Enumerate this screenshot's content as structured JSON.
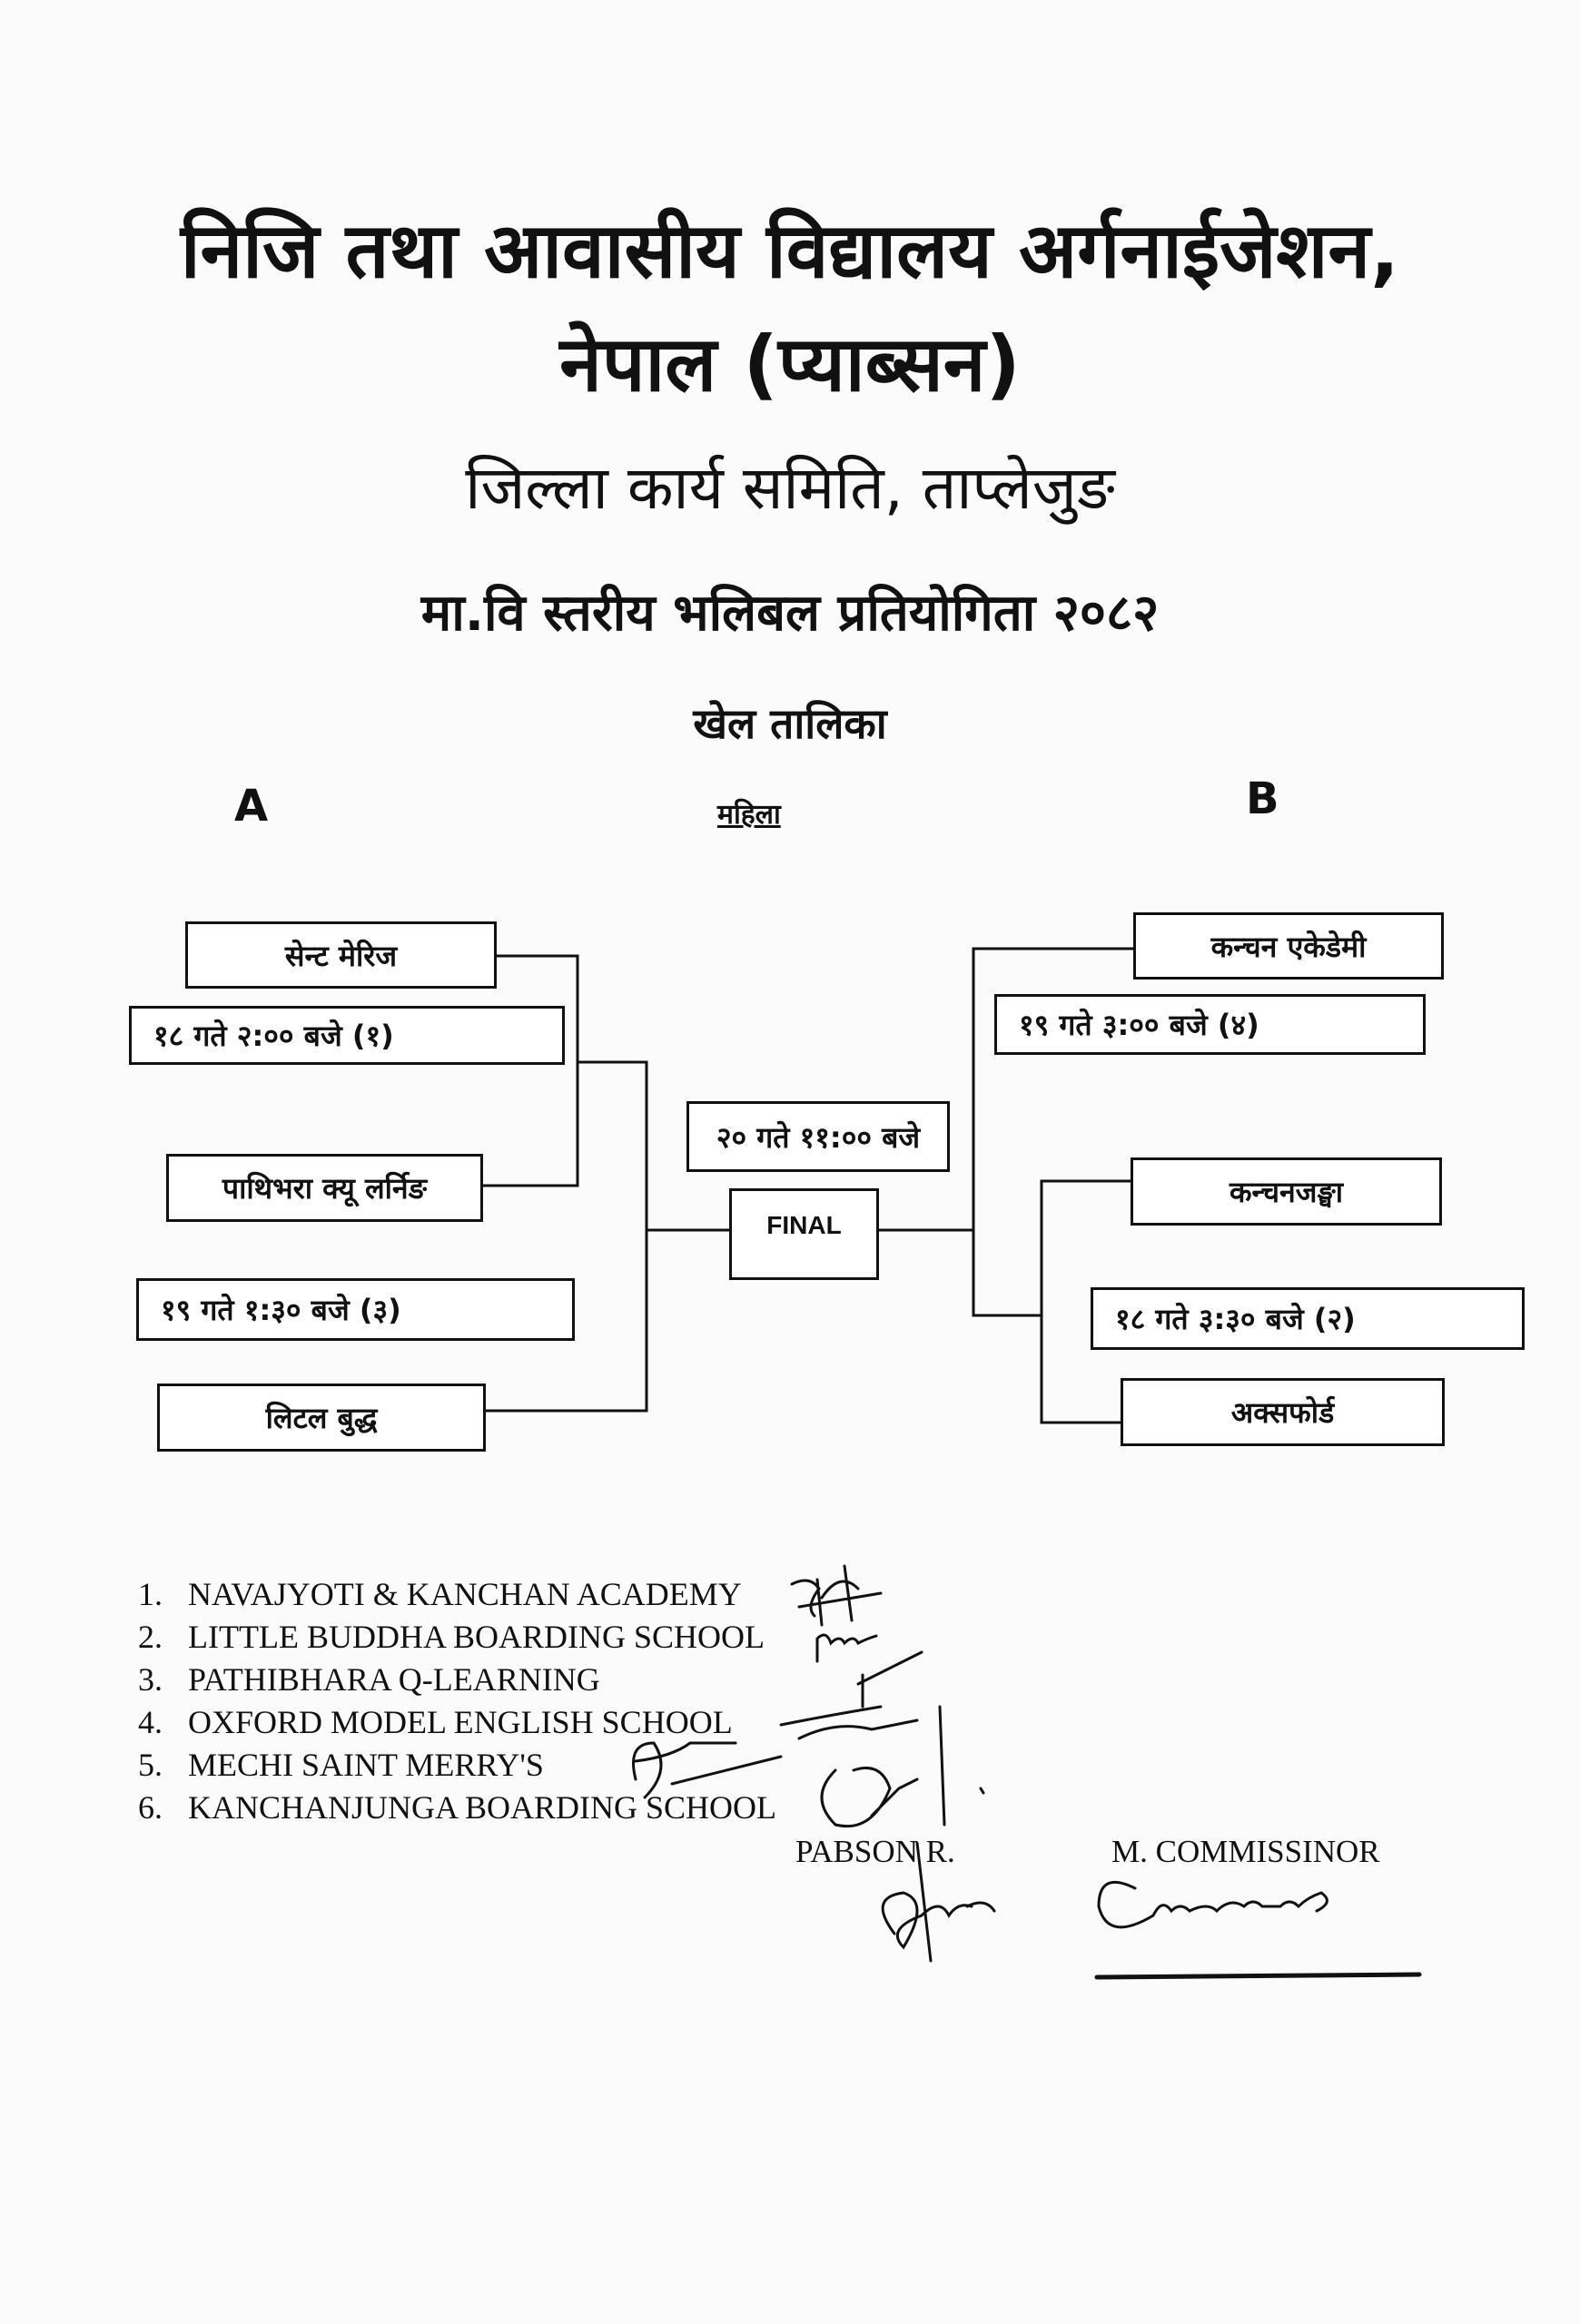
{
  "header": {
    "org_line1": "निजि तथा आवासीय विद्यालय अर्गनाईजेशन,",
    "org_line2": "नेपाल (प्याब्सन)",
    "committee": "जिल्ला कार्य समिति, ताप्लेजुङ",
    "event": "मा.वि स्तरीय भलिबल प्रतियोगिता २०८२",
    "schedule_title": "खेल तालिका"
  },
  "groups": {
    "a": "A",
    "category": "महिला",
    "b": "B"
  },
  "bracket": {
    "group_a": {
      "team1": "सेन्ट मेरिज",
      "match1": "१८ गते २:०० बजे (१)",
      "team2": "पाथिभरा क्यू लर्निङ",
      "match3": "१९ गते १:३० बजे (३)",
      "team3": "लिटल बुद्ध"
    },
    "final": {
      "time": "२० गते ११:०० बजे",
      "label": "FINAL"
    },
    "group_b": {
      "team1": "कन्चन एकेडेमी",
      "match4": "१९ गते ३:०० बजे (४)",
      "team2": "कन्चनजङ्घा",
      "match2": "१८ गते ३:३० बजे (२)",
      "team3": "अक्सफोर्ड"
    }
  },
  "schools": [
    {
      "num": "1.",
      "name": "NAVAJYOTI & KANCHAN ACADEMY"
    },
    {
      "num": "2.",
      "name": "LITTLE BUDDHA BOARDING SCHOOL"
    },
    {
      "num": "3.",
      "name": "PATHIBHARA Q-LEARNING"
    },
    {
      "num": "4.",
      "name": "OXFORD MODEL ENGLISH SCHOOL"
    },
    {
      "num": "5.",
      "name": "MECHI SAINT MERRY'S"
    },
    {
      "num": "6.",
      "name": "KANCHANJUNGA BOARDING SCHOOL"
    }
  ],
  "signatories": {
    "pabson": "PABSON R.",
    "commissioner": "M. COMMISSINOR"
  }
}
